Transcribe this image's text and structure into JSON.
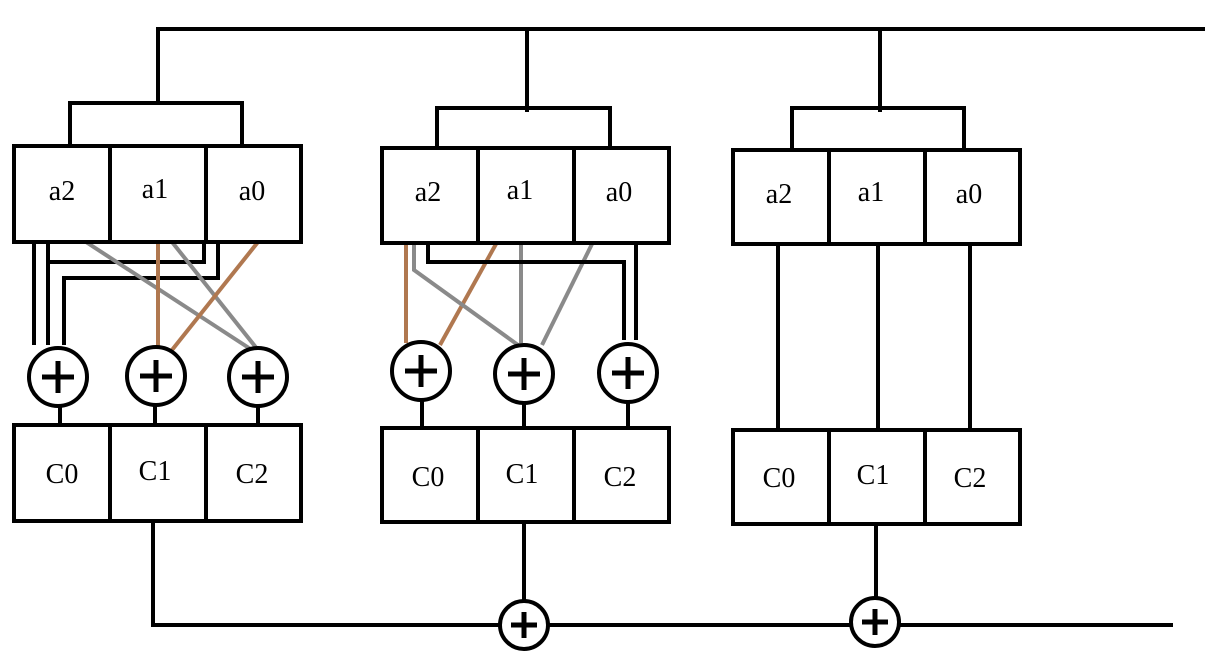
{
  "blocks": [
    {
      "inputs": [
        "a2",
        "a1",
        "a0"
      ],
      "outputs": [
        "C0",
        "C1",
        "C2"
      ]
    },
    {
      "inputs": [
        "a2",
        "a1",
        "a0"
      ],
      "outputs": [
        "C0",
        "C1",
        "C2"
      ]
    },
    {
      "inputs": [
        "a2",
        "a1",
        "a0"
      ],
      "outputs": [
        "C0",
        "C1",
        "C2"
      ]
    }
  ],
  "colors": {
    "line": "#000000",
    "gray_wire": "#8a8a8a",
    "brown_wire": "#b07850"
  },
  "icons": [
    "xor-icon"
  ]
}
